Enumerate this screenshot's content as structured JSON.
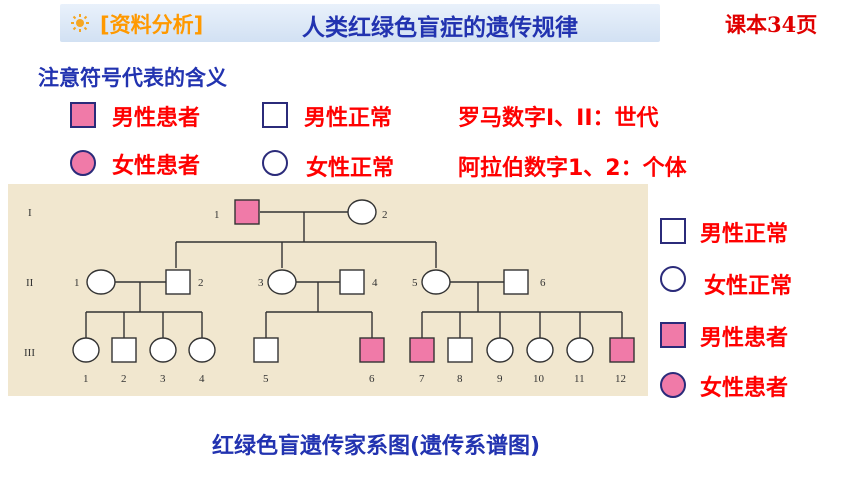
{
  "banner": {
    "tag": "[资料分析]",
    "title": "人类红绿色盲症的遗传规律"
  },
  "page_ref": "课本34页",
  "legend_heading": "注意符号代表的含义",
  "legend": {
    "male_affected": "男性患者",
    "male_normal": "男性正常",
    "female_affected": "女性患者",
    "female_normal": "女性正常",
    "roman_note": "罗马数字I、II：世代",
    "arabic_note": "阿拉伯数字1、2：个体"
  },
  "side_legend": [
    "男性正常",
    "女性正常",
    "男性患者",
    "女性患者"
  ],
  "pedigree": {
    "generations": [
      "I",
      "II",
      "III"
    ],
    "gen1": [
      {
        "id": "1",
        "sex": "male",
        "affected": true
      },
      {
        "id": "2",
        "sex": "female",
        "affected": false
      }
    ],
    "gen2": [
      {
        "id": "1",
        "sex": "female",
        "affected": false
      },
      {
        "id": "2",
        "sex": "male",
        "affected": false
      },
      {
        "id": "3",
        "sex": "female",
        "affected": false
      },
      {
        "id": "4",
        "sex": "male",
        "affected": false
      },
      {
        "id": "5",
        "sex": "female",
        "affected": false
      },
      {
        "id": "6",
        "sex": "male",
        "affected": false
      }
    ],
    "gen3": [
      {
        "id": "1",
        "sex": "female",
        "affected": false
      },
      {
        "id": "2",
        "sex": "male",
        "affected": false
      },
      {
        "id": "3",
        "sex": "female",
        "affected": false
      },
      {
        "id": "4",
        "sex": "female",
        "affected": false
      },
      {
        "id": "5",
        "sex": "male",
        "affected": false
      },
      {
        "id": "6",
        "sex": "male",
        "affected": true
      },
      {
        "id": "7",
        "sex": "male",
        "affected": true
      },
      {
        "id": "8",
        "sex": "male",
        "affected": false
      },
      {
        "id": "9",
        "sex": "female",
        "affected": false
      },
      {
        "id": "10",
        "sex": "female",
        "affected": false
      },
      {
        "id": "11",
        "sex": "female",
        "affected": false
      },
      {
        "id": "12",
        "sex": "male",
        "affected": true
      }
    ]
  },
  "caption": "红绿色盲遗传家系图(遗传系谱图)",
  "colors": {
    "affected_fill": "#f07aa8",
    "symbol_stroke": "#2b2b7a",
    "title_blue": "#2233b0",
    "accent_red": "#ff0000",
    "tag_orange": "#ff9900"
  }
}
